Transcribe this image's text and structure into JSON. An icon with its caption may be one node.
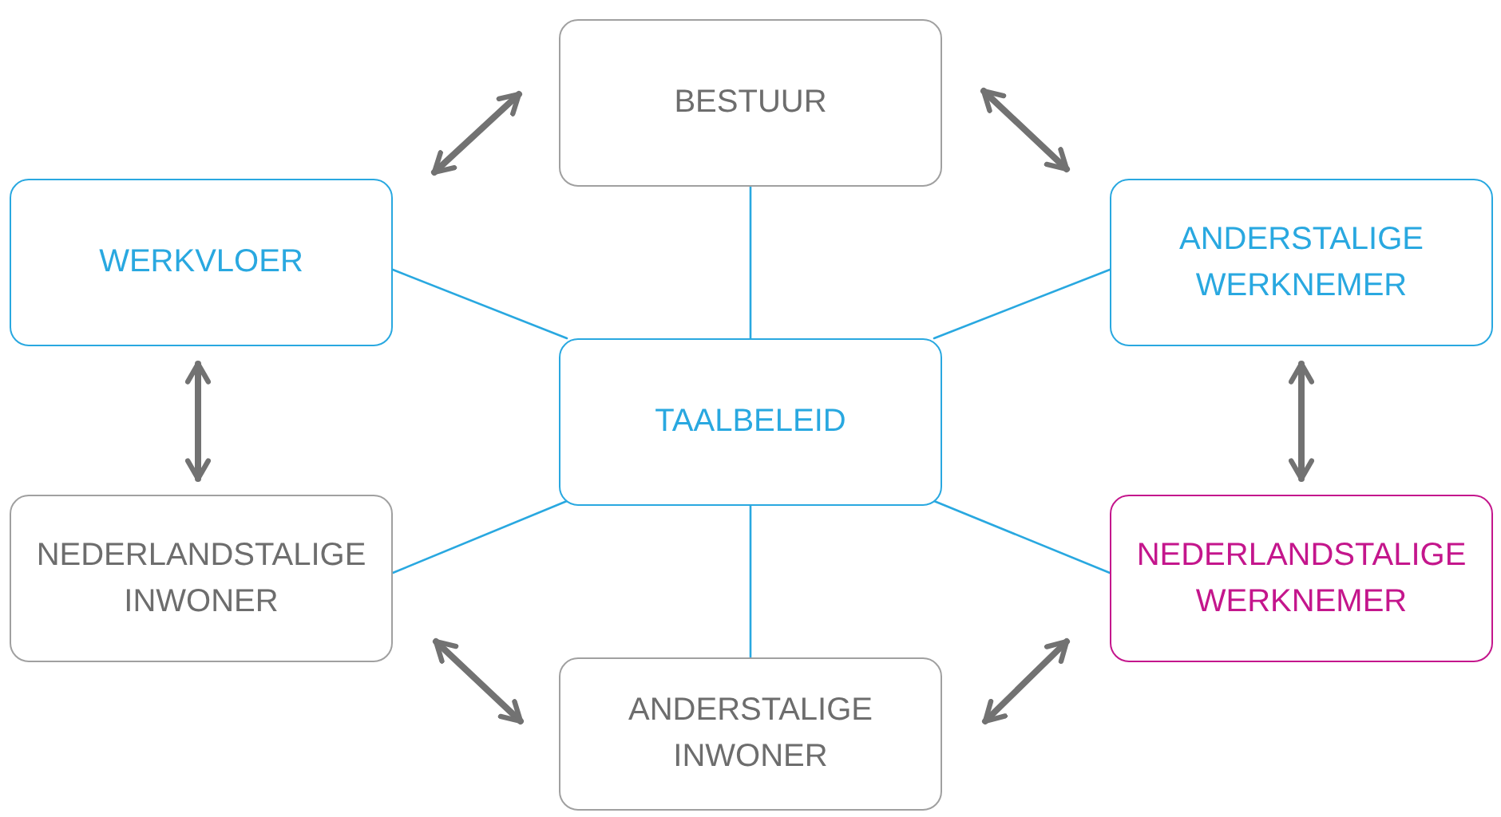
{
  "diagram": {
    "nodes": [
      {
        "text": [
          "BESTUUR"
        ]
      },
      {
        "text": [
          "WERKVLOER"
        ]
      },
      {
        "text": [
          "ANDERSTALIGE WERKNEMER"
        ]
      },
      {
        "text": [
          "TAALBELEID"
        ]
      },
      {
        "text": [
          "NEDERLANDSTALIGE INWONER"
        ]
      },
      {
        "text": [
          "NEDERLANDSTALIGE WERKNEMER"
        ]
      },
      {
        "text": [
          "ANDERSTALIGE INWONER"
        ]
      }
    ],
    "edges": [
      {
        "from": 3,
        "to": 0,
        "arrow": "none"
      },
      {
        "from": 3,
        "to": 1,
        "arrow": "none"
      },
      {
        "from": 3,
        "to": 2,
        "arrow": "none"
      },
      {
        "from": 3,
        "to": 4,
        "arrow": "none"
      },
      {
        "from": 3,
        "to": 5,
        "arrow": "none"
      },
      {
        "from": 3,
        "to": 6,
        "arrow": "none"
      },
      {
        "from": 0,
        "to": 1,
        "arrow": "both",
        "style": "thick",
        "color": "#727272"
      },
      {
        "from": 0,
        "to": 2,
        "arrow": "both",
        "style": "thick",
        "color": "#727272"
      },
      {
        "from": 1,
        "to": 4,
        "arrow": "both",
        "style": "thick",
        "color": "#727272"
      },
      {
        "from": 2,
        "to": 5,
        "arrow": "both",
        "style": "thick",
        "color": "#727272"
      },
      {
        "from": 4,
        "to": 6,
        "arrow": "both",
        "style": "thick",
        "color": "#727272"
      },
      {
        "from": 6,
        "to": 5,
        "arrow": "both",
        "style": "thick",
        "color": "#727272"
      }
    ]
  }
}
